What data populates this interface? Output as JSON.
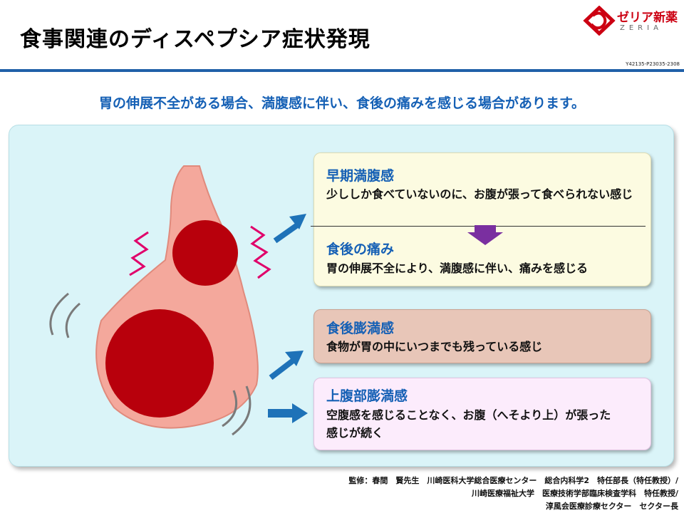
{
  "slide": {
    "title": "食事関連のディスペプシア症状発現",
    "logo_jp": "ゼリア新薬",
    "logo_en": "ZERIA",
    "code": "Y42135-P23035-2308",
    "subtitle": "胃の伸展不全がある場合、満腹感に伴い、食後の痛みを感じる場合があります。"
  },
  "symptoms": {
    "early_satiety": {
      "heading": "早期満腹感",
      "text": "少ししか食べていないのに、お腹が張って食べられない感じ"
    },
    "postprandial_pain": {
      "heading": "食後の痛み",
      "text": "胃の伸展不全により、満腹感に伴い、痛みを感じる"
    },
    "postprandial_fullness": {
      "heading": "食後膨満感",
      "text": "食物が胃の中にいつまでも残っている感じ"
    },
    "epigastric_fullness": {
      "heading": "上腹部膨満感",
      "text": "空腹感を感じることなく、お腹（へそより上）が張った感じが続く"
    }
  },
  "credits": [
    "監修：春間　賢先生　川崎医科大学総合医療センター　総合内科学2　特任部長（特任教授）/",
    "川崎医療福祉大学　医療技術学部臨床検査学科　特任教授/",
    "淳風会医療診療セクター　セクター長"
  ],
  "colors": {
    "accent_blue": "#1560b5",
    "stomach": "#f4a89c",
    "stomach_red": "#b8000c",
    "pain_marks": "#e0006a",
    "arrow_blue": "#1e72b8",
    "down_arrow": "#7a2fa0",
    "panel": "#daf4f8"
  },
  "icons": [
    "stomach-illustration",
    "pain-mark-icon",
    "motion-lines-icon",
    "arrow-icon",
    "down-arrow-icon",
    "logo-icon"
  ]
}
